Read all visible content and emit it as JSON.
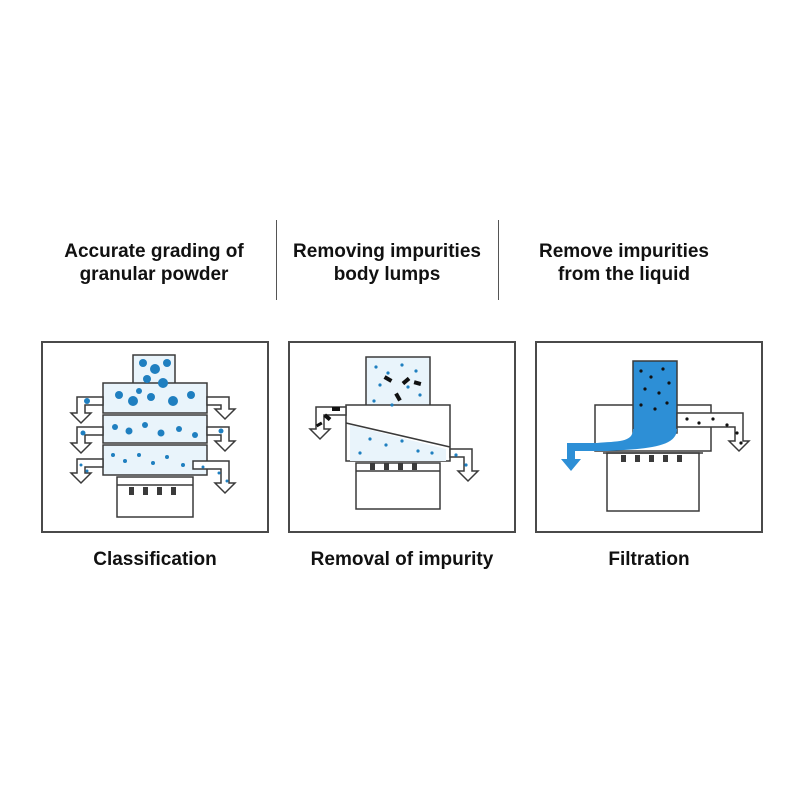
{
  "columns": [
    {
      "heading_line1": "Accurate grading of",
      "heading_line2": "granular powder",
      "caption": "Classification"
    },
    {
      "heading_line1": "Removing impurities",
      "heading_line2": "body lumps",
      "caption": "Removal of impurity"
    },
    {
      "heading_line1": "Remove impurities",
      "heading_line2": "from the liquid",
      "caption": "Filtration"
    }
  ],
  "colors": {
    "material_blue": "#1f7fc0",
    "liquid_blue": "#2d8fd6",
    "chamber_fill": "#d8ecf6",
    "outline": "#3a3a3a",
    "impurity": "#111111"
  }
}
